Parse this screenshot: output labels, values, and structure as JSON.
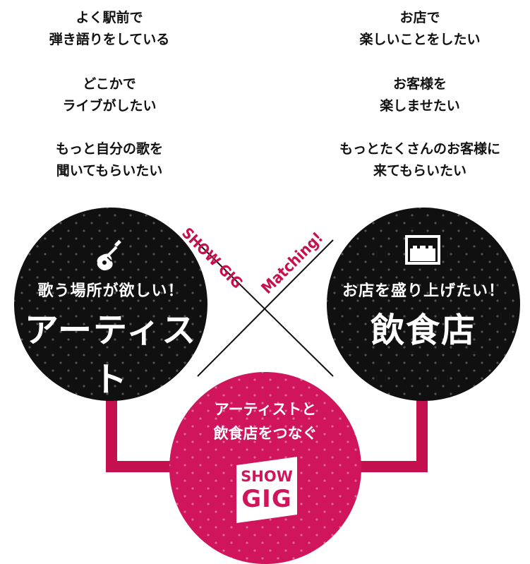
{
  "artist_notes": [
    "よく駅前で\n弾き語りをしている",
    "どこかで\nライブがしたい",
    "もっと自分の歌を\n聞いてもらいたい"
  ],
  "restaurant_notes": [
    "お店で\n楽しいことをしたい",
    "お客様を\n楽しませたい",
    "もっとたくさんのお客様に\n来てもらいたい"
  ],
  "artist_circle": {
    "sub": "歌う場所が欲しい！",
    "main": "アーティスト",
    "icon": "guitar-icon"
  },
  "restaurant_circle": {
    "sub": "お店を盛り上げたい！",
    "main": "飲食店",
    "icon": "shop-icon"
  },
  "center_circle": {
    "text": "アーティストと\n飲食店をつなぐ",
    "logo_line1": "SHOW",
    "logo_line2": "GIG"
  },
  "matching_label": {
    "line1": "SHOW GIG",
    "line2": "Matching!"
  },
  "colors": {
    "brand_pink": "#d1155d",
    "arrow_pink": "#c4104f",
    "circle_black": "#101010"
  }
}
